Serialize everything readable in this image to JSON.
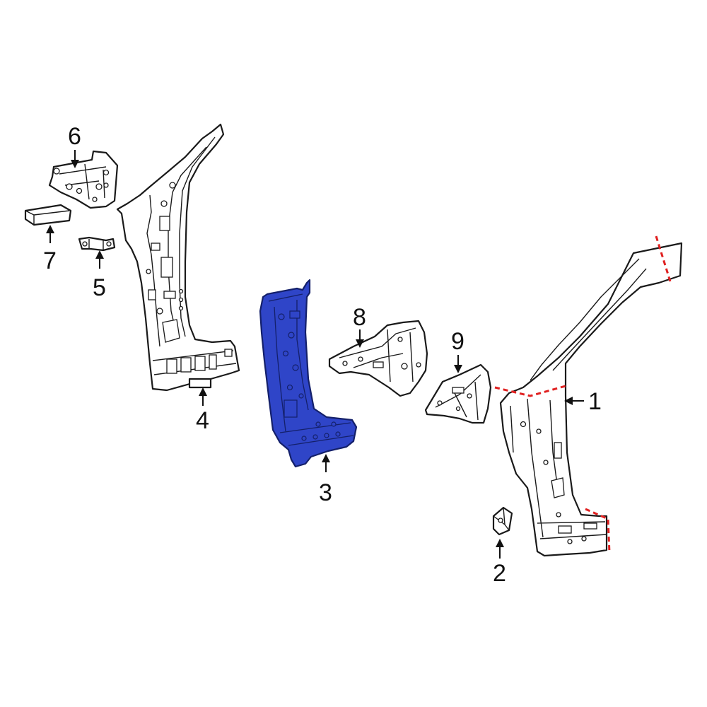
{
  "colors": {
    "highlight": "#2f45c8",
    "outline": "#1a1a1a",
    "cut_line": "#e02020",
    "background": "#ffffff"
  },
  "callouts": [
    {
      "id": "1",
      "label": "1"
    },
    {
      "id": "2",
      "label": "2"
    },
    {
      "id": "3",
      "label": "3"
    },
    {
      "id": "4",
      "label": "4"
    },
    {
      "id": "5",
      "label": "5"
    },
    {
      "id": "6",
      "label": "6"
    },
    {
      "id": "7",
      "label": "7"
    },
    {
      "id": "8",
      "label": "8"
    },
    {
      "id": "9",
      "label": "9"
    }
  ],
  "highlighted_part": "3"
}
